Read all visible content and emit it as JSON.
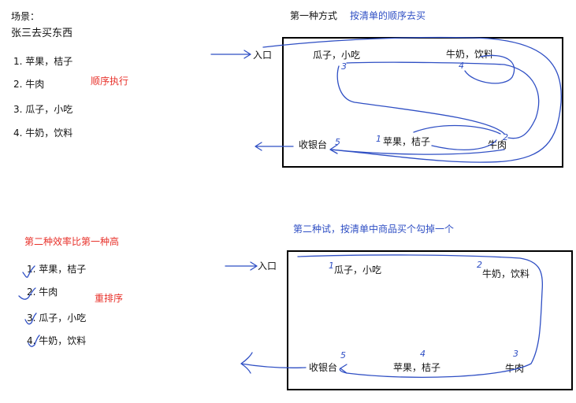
{
  "scenario": {
    "heading": "场景：",
    "line": "张三去买东西"
  },
  "list_top": {
    "items": [
      "1. 苹果，桔子",
      "2. 牛肉",
      "3. 瓜子，小吃",
      "4. 牛奶，饮料"
    ],
    "note": "顺序执行"
  },
  "method1": {
    "title": "第一种方式",
    "subtitle": "按清单的顺序去买",
    "entrance": "入口",
    "checkout": "收银台",
    "nodes": {
      "melon": "瓜子，小吃",
      "milk": "牛奶，饮料",
      "apple": "苹果，桔子",
      "beef": "牛肉"
    },
    "marks": {
      "apple": "1",
      "beef": "2",
      "melon": "3",
      "milk": "4",
      "checkout": "5"
    }
  },
  "comparison": "第二种效率比第一种高",
  "list_bottom": {
    "items": [
      "1. 苹果，桔子",
      "2. 牛肉",
      "3. 瓜子，小吃",
      "4. 牛奶，饮料"
    ],
    "note": "重排序"
  },
  "method2": {
    "title": "第二种试，按清单中商品买个勾掉一个",
    "entrance": "入口",
    "checkout": "收银台",
    "nodes": {
      "melon": "瓜子，小吃",
      "milk": "牛奶，饮料",
      "apple": "苹果，桔子",
      "beef": "牛肉"
    },
    "marks": {
      "melon": "1",
      "milk": "2",
      "beef": "3",
      "apple": "4",
      "checkout": "5"
    }
  },
  "colors": {
    "ink": "#2f4fc4",
    "emphasis": "#e8322b",
    "text": "#111111",
    "border": "#000000"
  }
}
